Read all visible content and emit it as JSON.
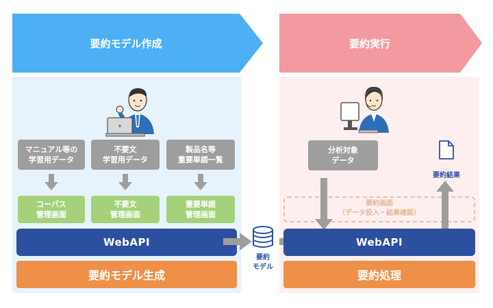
{
  "header": {
    "left": "要約モデル作成",
    "right": "要約実行"
  },
  "left": {
    "sources": [
      "マニュアル等の\n学習用データ",
      "不要文\n学習用データ",
      "製品名等\n重要単語一覧"
    ],
    "screens": [
      "コーパス\n管理画面",
      "不要文\n管理画面",
      "重要単語\n管理画面"
    ],
    "api": "WebAPI",
    "process": "要約モデル生成"
  },
  "center": {
    "model_label": "要約\nモデル"
  },
  "right": {
    "input": "分析対象\nデータ",
    "result": "要約結果",
    "screen": "要約画面\n（データ投入・結果確認）",
    "api": "WebAPI",
    "process": "要約処理"
  },
  "colors": {
    "header_left": "#4db0f4",
    "header_right": "#f29aa0",
    "panel_left": "#e6f3fc",
    "panel_right": "#fdeff0",
    "source_gray": "#9e9e9e",
    "screen_green": "#a4d17a",
    "api_blue": "#2d4fa0",
    "process_orange": "#ee9048",
    "arrow_gray": "#9e9e9e",
    "db_blue": "#2d4fa0"
  }
}
